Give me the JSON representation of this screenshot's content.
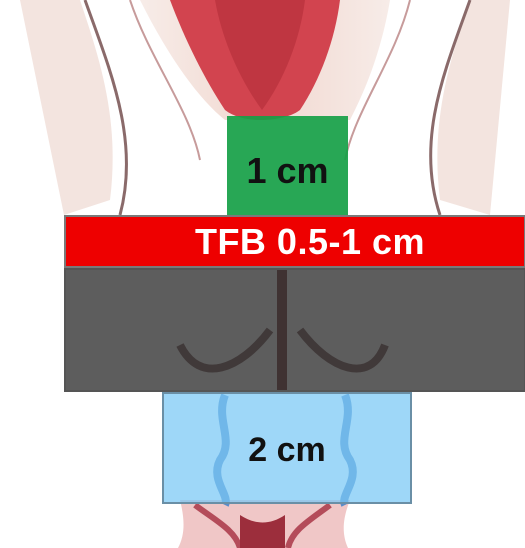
{
  "regions": {
    "upper": {
      "label": "1 cm",
      "color": "#16a046"
    },
    "band": {
      "label": "TFB 0.5-1 cm",
      "color": "#ee0000"
    },
    "middle": {
      "label": "",
      "color": "#343434"
    },
    "lower": {
      "label": "2 cm",
      "color": "#78c8f5"
    }
  }
}
